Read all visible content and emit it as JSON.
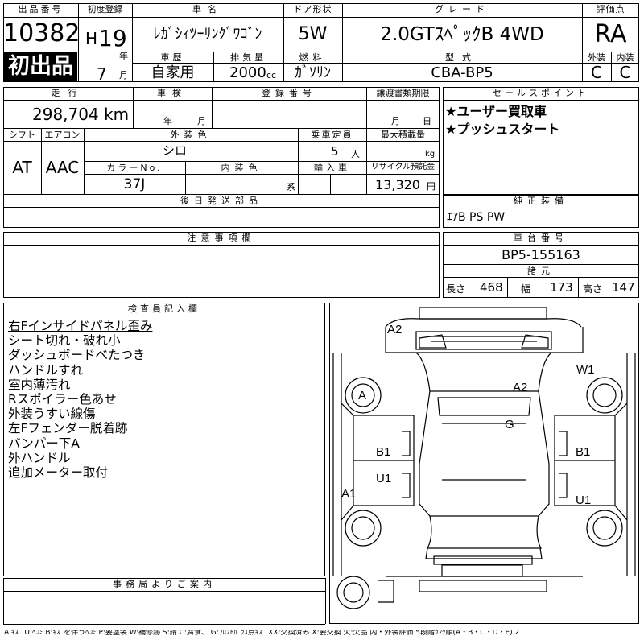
{
  "header": {
    "lot_label": "出品番号",
    "lot_number": "10382",
    "first_listing": "初出品",
    "first_reg_label": "初度登録",
    "era": "H",
    "year": "19",
    "year_unit": "年",
    "month": "7",
    "month_unit": "月",
    "car_name_label": "車名",
    "car_name": "ﾚｶﾞｼｨﾂｰﾘﾝｸﾞﾜｺﾞﾝ",
    "door_label": "ドア形状",
    "door": "5W",
    "grade_label": "グレード",
    "grade": "2.0GTｽﾍﾟｯｸB 4WD",
    "score_label": "評価点",
    "score": "RA",
    "history_label": "車歴",
    "history": "自家用",
    "displacement_label": "排気量",
    "displacement": "2000",
    "displacement_unit": "cc",
    "fuel_label": "燃料",
    "fuel": "ｶﾞｿﾘﾝ",
    "model_label": "型式",
    "model": "CBA-BP5",
    "exterior_label": "外装",
    "exterior_score": "C",
    "interior_label": "内装",
    "interior_score": "C"
  },
  "info": {
    "mileage_label": "走行",
    "mileage": "298,704 km",
    "inspection_label": "車検",
    "inspection_year_unit": "年",
    "inspection_month_unit": "月",
    "reg_number_label": "登録番号",
    "transfer_label": "譲渡書類期限",
    "transfer_month_unit": "月",
    "transfer_day_unit": "日",
    "shift_label": "シフト",
    "shift": "AT",
    "ac_label": "エアコン",
    "ac": "AAC",
    "ext_color_label": "外装色",
    "ext_color": "シロ",
    "capacity_label": "乗車定員",
    "capacity": "5",
    "capacity_unit": "人",
    "max_load_label": "最大積載量",
    "max_load_unit": "kg",
    "color_no_label": "カラーNo.",
    "color_no": "37J",
    "int_color_label": "内装色",
    "int_color_unit": "系",
    "import_label": "輸入車",
    "recycle_label": "リサイクル預託金",
    "recycle": "13,320",
    "recycle_unit": "円",
    "later_parts_label": "後日発送部品"
  },
  "sales": {
    "label": "セールスポイント",
    "points": [
      "★ユーザー買取車",
      "★プッシュスタート"
    ]
  },
  "equipment": {
    "label": "純正装備",
    "value": "ｴｱB PS PW"
  },
  "notes_label": "注意事項欄",
  "chassis": {
    "label": "車台番号",
    "value": "BP5-155163",
    "dims_label": "諸元",
    "length_label": "長さ",
    "length": "468",
    "width_label": "幅",
    "width": "173",
    "height_label": "高さ",
    "height": "147"
  },
  "inspector": {
    "label": "検査員記入欄",
    "lines": [
      "右Fインサイドパネル歪み",
      "シート切れ・破れ小",
      "ダッシュボードべたつき",
      "ハンドルすれ",
      "室内薄汚れ",
      "Rスポイラー色あせ",
      "外装うすい線傷",
      "左Fフェンダー脱着跡",
      "バンパー下A",
      "外ハンドル",
      "追加メーター取付"
    ]
  },
  "diagram_marks": {
    "top": "A2",
    "hood": "A2",
    "roof": "G",
    "front_right_wheel": "W1",
    "front_left_wheel": "A",
    "left_door_front": "B1",
    "left_door_rear": "U1",
    "left_rear_quarter": "A1",
    "right_door_front": "B1",
    "right_door_rear": "U1"
  },
  "office_label": "事務局よりご案内",
  "legend": "A:ｷｽﾞ U:ﾍｺﾐ B:ｷｽﾞを伴うﾍｺﾐ P:要塗装 W:補修跡 S:錆 C:腐食、 G:ﾌﾛﾝﾄｶﾞﾗｽ点ｷｽﾞ XX:交換済み X:要交換 欠:欠品 内・外装評価 5段階ﾗﾝｸ順(A・B・C・D・E) 2"
}
